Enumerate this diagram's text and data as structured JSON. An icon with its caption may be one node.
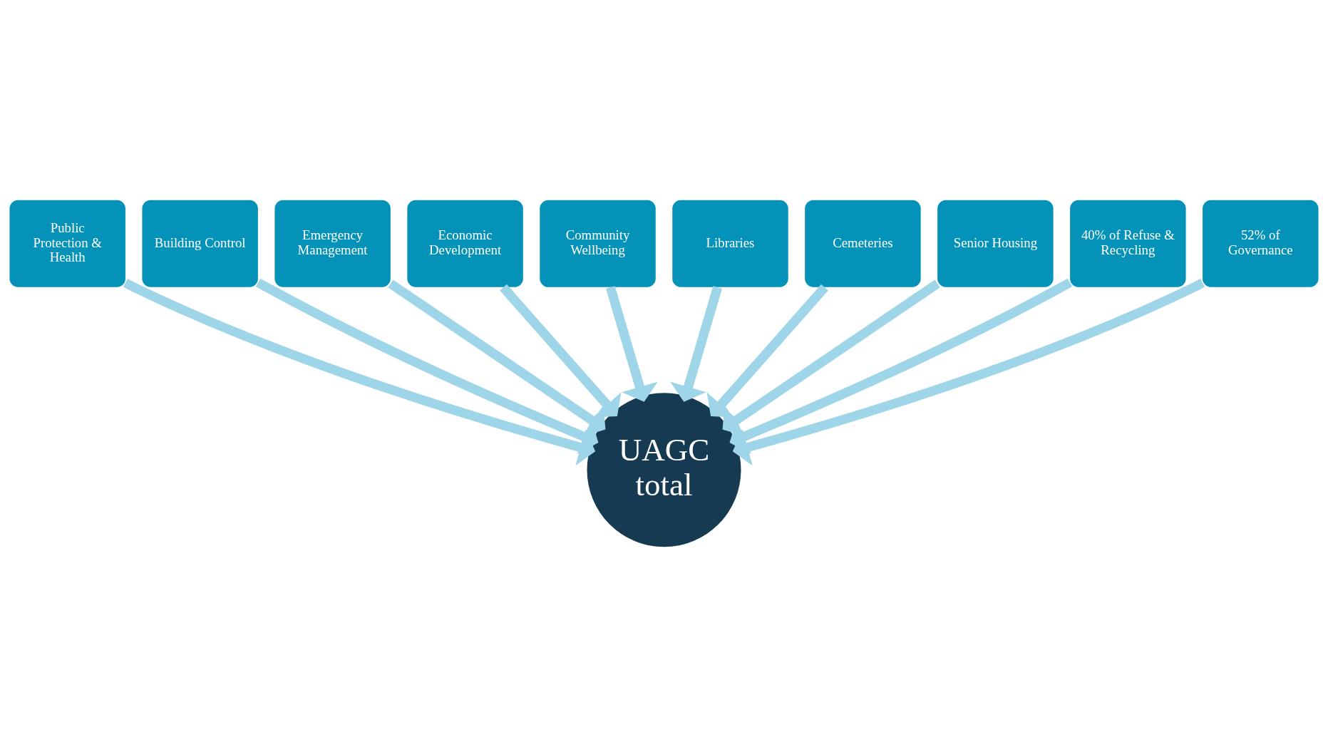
{
  "diagram": {
    "nodes": [
      {
        "text": [
          "Public Protection & Health"
        ]
      },
      {
        "text": [
          "Building Control"
        ]
      },
      {
        "text": [
          "Emergency Management"
        ]
      },
      {
        "text": [
          "Economic Development"
        ]
      },
      {
        "text": [
          "Community Wellbeing"
        ]
      },
      {
        "text": [
          "Libraries"
        ]
      },
      {
        "text": [
          "Cemeteries"
        ]
      },
      {
        "text": [
          "Senior Housing"
        ]
      },
      {
        "text": [
          "40% of Refuse & Recycling"
        ]
      },
      {
        "text": [
          "52% of Governance"
        ]
      },
      {
        "text": [
          "UAGC total"
        ]
      }
    ],
    "edges": [
      {
        "from": 0,
        "to": 10,
        "arrow": "to"
      },
      {
        "from": 1,
        "to": 10,
        "arrow": "to"
      },
      {
        "from": 2,
        "to": 10,
        "arrow": "to"
      },
      {
        "from": 3,
        "to": 10,
        "arrow": "to"
      },
      {
        "from": 4,
        "to": 10,
        "arrow": "to"
      },
      {
        "from": 5,
        "to": 10,
        "arrow": "to"
      },
      {
        "from": 6,
        "to": 10,
        "arrow": "to"
      },
      {
        "from": 7,
        "to": 10,
        "arrow": "to"
      },
      {
        "from": 8,
        "to": 10,
        "arrow": "to"
      },
      {
        "from": 9,
        "to": 10,
        "arrow": "to"
      }
    ]
  }
}
